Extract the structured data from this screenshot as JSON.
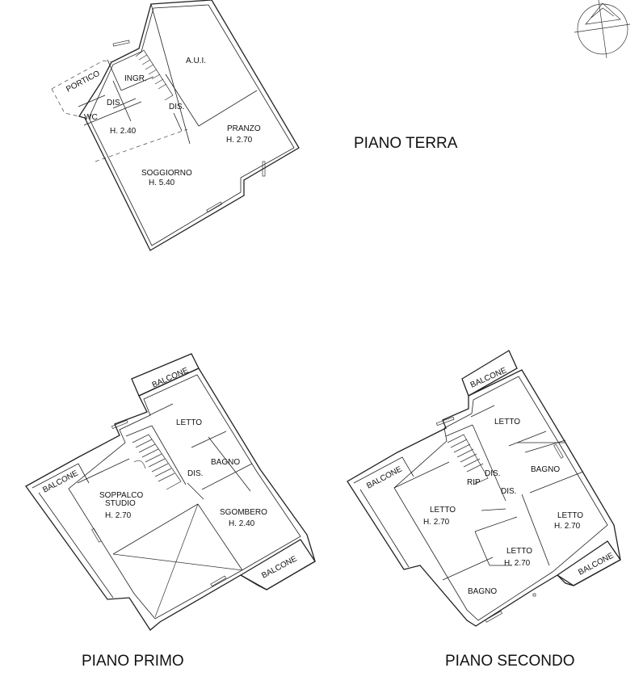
{
  "floors": {
    "terra": {
      "title": "PIANO TERRA",
      "rooms": {
        "portico": "PORTICO",
        "ingr": "INGR.",
        "aui": "A.U.I.",
        "dis1": "DIS.",
        "dis2": "DIS.",
        "wc": "WC",
        "h240": "H. 2.40",
        "pranzo": "PRANZO",
        "pranzo_h": "H. 2.70",
        "soggiorno": "SOGGIORNO",
        "soggiorno_h": "H. 5.40"
      }
    },
    "primo": {
      "title": "PIANO PRIMO",
      "rooms": {
        "balcone_top": "BALCONE",
        "letto": "LETTO",
        "bagno": "BAGNO",
        "dis": "DIS.",
        "balcone_left": "BALCONE",
        "soppalco": "SOPPALCO",
        "studio": "STUDIO",
        "studio_h": "H. 2.70",
        "sgombero": "SGOMBERO",
        "sgombero_h": "H. 2.40",
        "balcone_right": "BALCONE"
      }
    },
    "secondo": {
      "title": "PIANO SECONDO",
      "rooms": {
        "balcone_top": "BALCONE",
        "letto_top": "LETTO",
        "dis_a": "DIS.",
        "bagno_right": "BAGNO",
        "rip": "RIP",
        "dis_b": "DIS.",
        "balcone_left": "BALCONE",
        "letto_left": "LETTO",
        "letto_left_h": "H. 2.70",
        "letto_right": "LETTO",
        "letto_right_h": "H. 2.70",
        "letto_mid": "LETTO",
        "letto_mid_h": "H. 2.70",
        "bagno_bottom": "BAGNO",
        "balcone_right": "BALCONE"
      }
    }
  },
  "north_arrow_icon": "compass-north-icon"
}
